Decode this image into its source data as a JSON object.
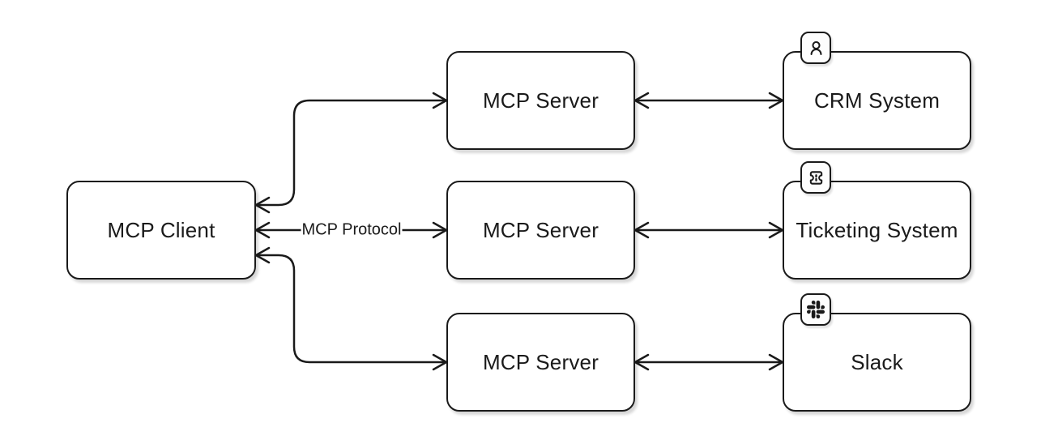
{
  "diagram": {
    "client": {
      "label": "MCP Client"
    },
    "servers": [
      {
        "label": "MCP Server"
      },
      {
        "label": "MCP Server"
      },
      {
        "label": "MCP Server"
      }
    ],
    "systems": [
      {
        "label": "CRM System",
        "icon": "user-icon"
      },
      {
        "label": "Ticketing System",
        "icon": "ticket-icon"
      },
      {
        "label": "Slack",
        "icon": "slack-icon"
      }
    ],
    "protocol_label": "MCP Protocol",
    "colors": {
      "stroke": "#1a1a1a",
      "node_fill": "#ffffff",
      "badge_fill": "#fdfdfd",
      "shadow": "rgba(0,0,0,0.16)"
    }
  }
}
